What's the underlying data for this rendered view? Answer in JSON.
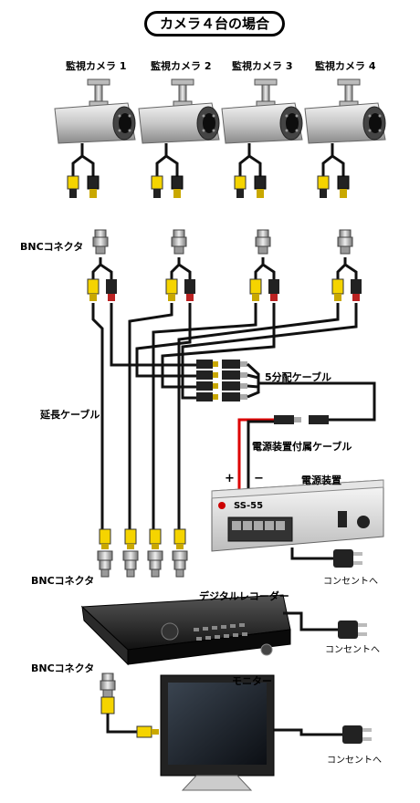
{
  "title": "カメラ４台の場合",
  "cameras": [
    {
      "label": "監視カメラ 1"
    },
    {
      "label": "監視カメラ 2"
    },
    {
      "label": "監視カメラ 3"
    },
    {
      "label": "監視カメラ 4"
    }
  ],
  "labels": {
    "bnc_top": "BNCコネクタ",
    "splitter": "5分配ケーブル",
    "extension": "延長ケーブル",
    "power_cable": "電源装置付属ケーブル",
    "plus": "+",
    "minus": "−",
    "power_supply": "電源装置",
    "power_model": "SS-55",
    "bnc_mid": "BNCコネクタ",
    "outlet1": "コンセントへ",
    "recorder": "デジタルレコーダー",
    "outlet2": "コンセントへ",
    "bnc_bottom": "BNCコネクタ",
    "monitor": "モニター",
    "outlet3": "コンセントへ"
  }
}
